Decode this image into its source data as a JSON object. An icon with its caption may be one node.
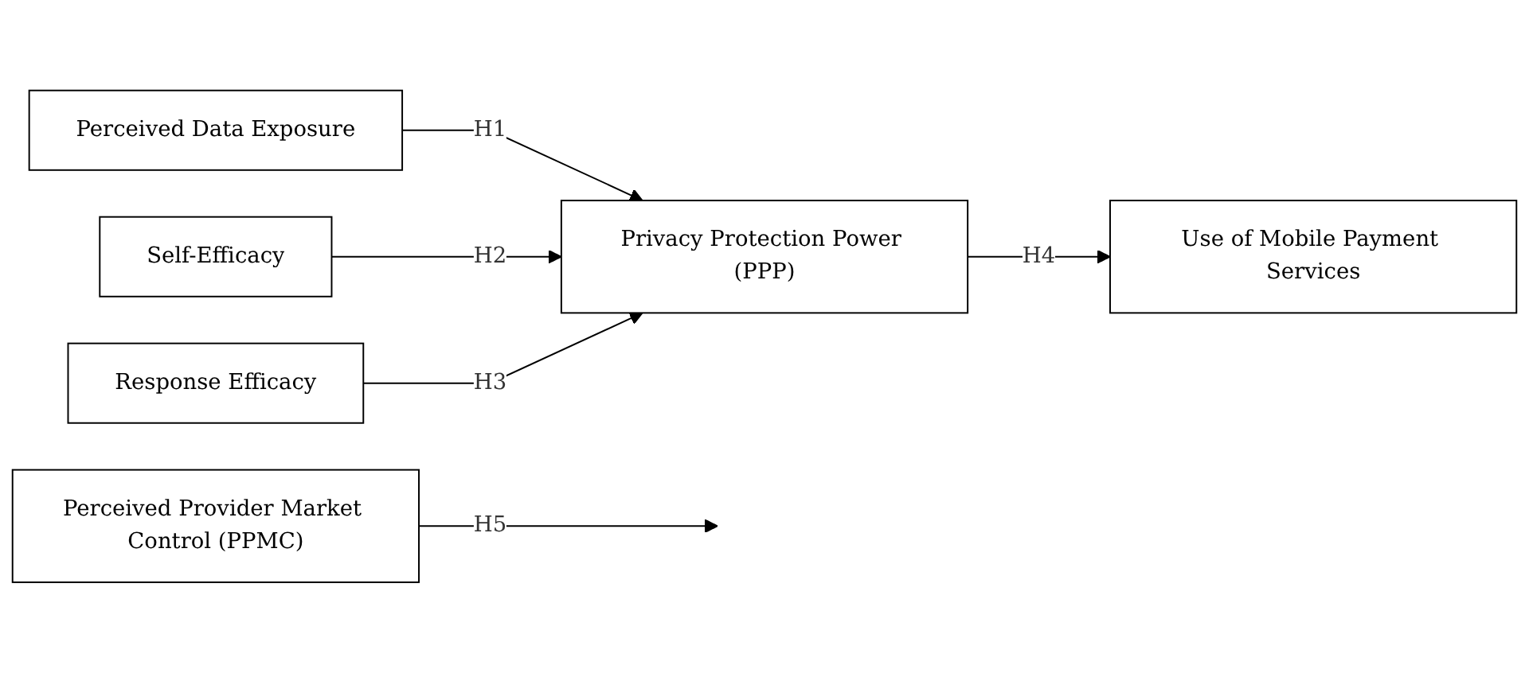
{
  "diagram": {
    "nodes": [
      {
        "text": [
          "Perceived Data Exposure"
        ]
      },
      {
        "text": [
          "Self-Efficacy"
        ]
      },
      {
        "text": [
          "Response Efficacy"
        ]
      },
      {
        "text": [
          "Privacy Protection Power (PPP)"
        ]
      },
      {
        "text": [
          "Perceived Provider Market Control (PPMC)"
        ]
      },
      {
        "text": [
          "Use of Mobile Payment Services"
        ]
      }
    ],
    "edges": [
      {
        "from": 0,
        "to": 3,
        "arrow": "to",
        "label": "H1"
      },
      {
        "from": 1,
        "to": 3,
        "arrow": "to",
        "label": "H2"
      },
      {
        "from": 2,
        "to": 3,
        "arrow": "to",
        "label": "H3"
      },
      {
        "from": 3,
        "to": 5,
        "arrow": "to",
        "label": "H4"
      },
      {
        "from": 4,
        "to": null,
        "arrow": "to",
        "label": "H5"
      }
    ]
  }
}
